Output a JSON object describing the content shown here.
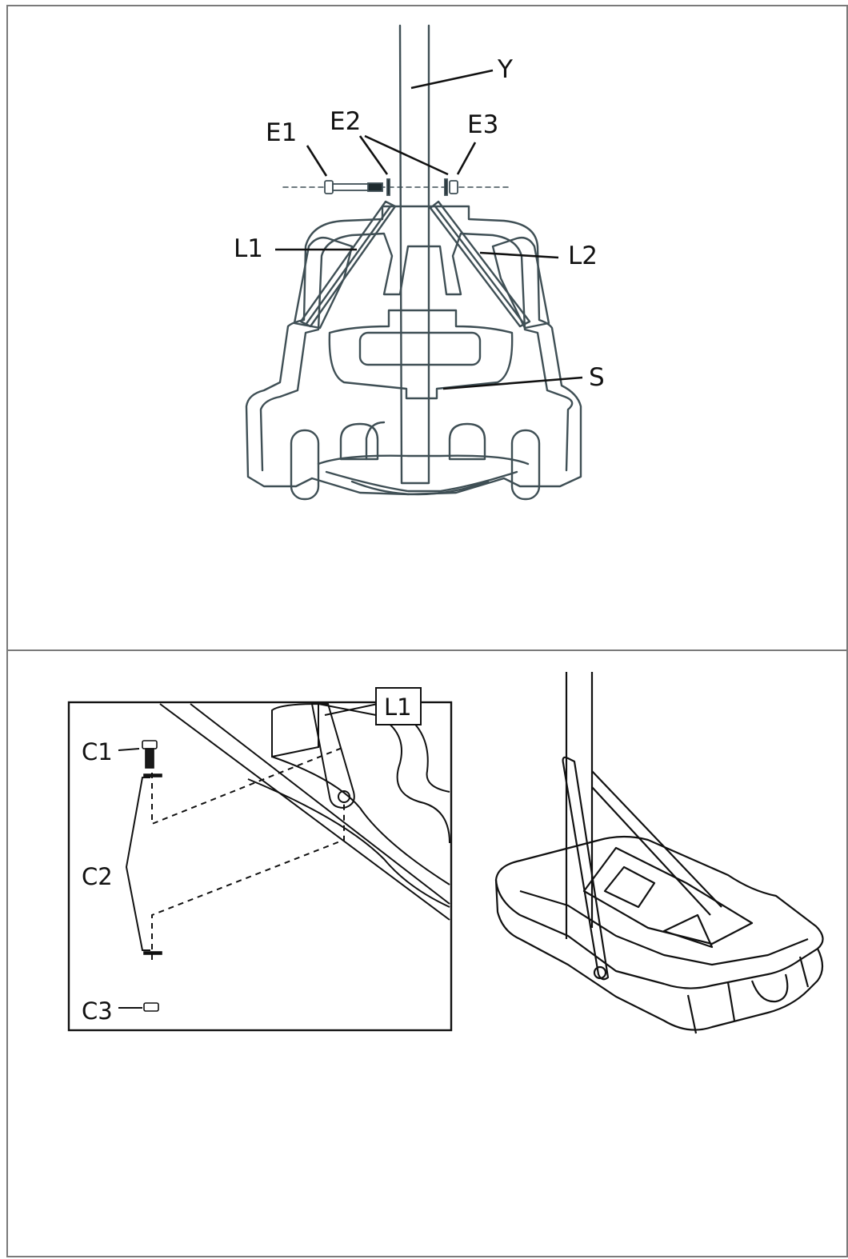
{
  "step_top": {
    "labels": {
      "pole": "Y",
      "bolt": "E1",
      "washers": "E2",
      "nut": "E3",
      "left_brace": "L1",
      "right_brace": "L2",
      "base": "S"
    }
  },
  "step_bottom": {
    "detail_labels": {
      "brace": "L1",
      "screw": "C1",
      "washers": "C2",
      "nut": "C3"
    }
  },
  "colors": {
    "line_top": "#3f4f55",
    "line_bottom": "#111111",
    "frame": "#7a7a7a"
  }
}
